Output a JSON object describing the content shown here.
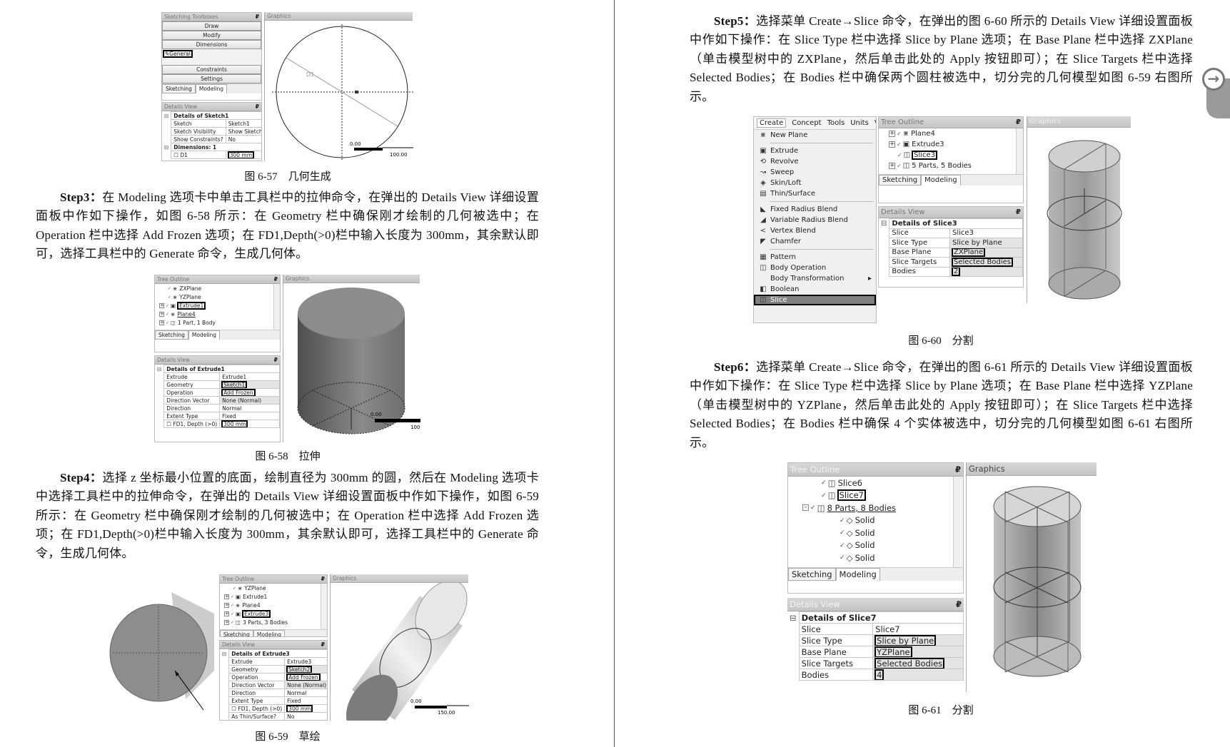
{
  "left_page": {
    "fig_6_57": {
      "caption": "图 6-57　几何生成",
      "toolbox": {
        "title": "Sketching Toolboxes",
        "sections": [
          "Draw",
          "Modify",
          "Dimensions"
        ],
        "tool": "General",
        "sections_after": [
          "Constraints",
          "Settings"
        ]
      },
      "tabs": [
        "Sketching",
        "Modeling"
      ],
      "details": {
        "title": "Details View",
        "groups": [
          {
            "header": "Details of Sketch1",
            "rows": [
              {
                "k": "Sketch",
                "v": "Sketch1"
              },
              {
                "k": "Sketch Visibility",
                "v": "Show Sketch"
              },
              {
                "k": "Show Constraints?",
                "v": "No"
              }
            ]
          },
          {
            "header": "Dimensions: 1",
            "rows": [
              {
                "k": "D1",
                "v": "300 mm",
                "boxed": true,
                "checkbox": true
              }
            ]
          }
        ]
      },
      "graphics": {
        "title": "Graphics",
        "dim_label": "D1",
        "scale_min": "0.00",
        "scale_max": "100.00"
      }
    },
    "step3": {
      "label": "Step3：",
      "text": "在 Modeling 选项卡中单击工具栏中的拉伸命令，在弹出的 Details View 详细设置面板中作如下操作，如图 6-58 所示：在 Geometry 栏中确保刚才绘制的几何被选中；在 Operation 栏中选择 Add Frozen 选项；在 FD1,Depth(>0)栏中输入长度为 300mm，其余默认即可，选择工具栏中的 Generate 命令，生成几何体。"
    },
    "fig_6_58": {
      "caption": "图 6-58　拉伸",
      "tree": {
        "title": "Tree Outline",
        "items": [
          {
            "label": "ZXPlane",
            "icon": "plane",
            "exp": "",
            "depth": 1
          },
          {
            "label": "YZPlane",
            "icon": "plane",
            "exp": "",
            "depth": 1
          },
          {
            "label": "Extrude1",
            "icon": "extrude",
            "exp": "+",
            "depth": 0,
            "boxed": true
          },
          {
            "label": "Plane4",
            "icon": "plane",
            "exp": "+",
            "depth": 0,
            "underline": true
          },
          {
            "label": "1 Part, 1 Body",
            "icon": "part",
            "exp": "+",
            "depth": 0
          }
        ]
      },
      "tabs": [
        "Sketching",
        "Modeling"
      ],
      "details": {
        "title": "Details View",
        "groups": [
          {
            "header": "Details of Extrude1",
            "rows": [
              {
                "k": "Extrude",
                "v": "Extrude1"
              },
              {
                "k": "Geometry",
                "v": "Sketch1",
                "boxed": true,
                "shade": true
              },
              {
                "k": "Operation",
                "v": "Add Frozen",
                "boxed": true
              },
              {
                "k": "Direction Vector",
                "v": "None (Normal)",
                "shade": true
              },
              {
                "k": "Direction",
                "v": "Normal"
              },
              {
                "k": "Extent Type",
                "v": "Fixed"
              },
              {
                "k": "FD1, Depth (>0)",
                "v": "300 mm",
                "boxed": true,
                "checkbox": true
              }
            ]
          }
        ]
      },
      "graphics": {
        "title": "Graphics",
        "scale_min": "0.00",
        "scale_max": "100"
      }
    },
    "step4": {
      "label": "Step4：",
      "text": "选择 z 坐标最小位置的底面，绘制直径为 300mm 的圆，然后在 Modeling 选项卡中选择工具栏中的拉伸命令，在弹出的 Details View 详细设置面板中作如下操作，如图 6-59 所示：在 Geometry 栏中确保刚才绘制的几何被选中；在 Operation 栏中选择 Add Frozen 选项；在 FD1,Depth(>0)栏中输入长度为 300mm，其余默认即可，选择工具栏中的 Generate 命令，生成几何体。"
    },
    "fig_6_59": {
      "caption": "图 6-59　草绘",
      "tree": {
        "title": "Tree Outline",
        "items": [
          {
            "label": "YZPlane",
            "icon": "plane",
            "exp": "",
            "depth": 1
          },
          {
            "label": "Extrude1",
            "icon": "extrude",
            "exp": "+",
            "depth": 0
          },
          {
            "label": "Plane4",
            "icon": "plane",
            "exp": "+",
            "depth": 0
          },
          {
            "label": "Extrude3",
            "icon": "extrude",
            "exp": "+",
            "depth": 0,
            "boxed": true,
            "underline": true
          },
          {
            "label": "3 Parts, 3 Bodies",
            "icon": "part",
            "exp": "+",
            "depth": 0
          }
        ]
      },
      "tabs": [
        "Sketching",
        "Modeling"
      ],
      "details": {
        "title": "Details View",
        "groups": [
          {
            "header": "Details of Extrude3",
            "rows": [
              {
                "k": "Extrude",
                "v": "Extrude3"
              },
              {
                "k": "Geometry",
                "v": "Sketch2",
                "boxed": true,
                "shade": true
              },
              {
                "k": "Operation",
                "v": "Add Frozen",
                "boxed": true
              },
              {
                "k": "Direction Vector",
                "v": "None (Normal)",
                "shade": true
              },
              {
                "k": "Direction",
                "v": "Normal"
              },
              {
                "k": "Extent Type",
                "v": "Fixed"
              },
              {
                "k": "FD1, Depth (>0)",
                "v": "300 mm",
                "boxed": true,
                "checkbox": true
              },
              {
                "k": "As Thin/Surface?",
                "v": "No"
              }
            ]
          }
        ]
      },
      "graphics": {
        "title": "Graphics",
        "scale_min": "0.00",
        "scale_max": "150.00"
      }
    }
  },
  "right_page": {
    "step5": {
      "label": "Step5：",
      "text": "选择菜单 Create→Slice 命令，在弹出的图 6-60 所示的 Details View 详细设置面板中作如下操作：在 Slice Type 栏中选择 Slice by Plane 选项；在 Base Plane 栏中选择 ZXPlane（单击模型树中的 ZXPlane，然后单击此处的 Apply 按钮即可）；在 Slice Targets 栏中选择 Selected Bodies；在 Bodies 栏中确保两个圆柱被选中，切分完的几何模型如图 6-59 右图所示。"
    },
    "fig_6_60": {
      "caption": "图 6-60　分割",
      "menu": {
        "bar": [
          "Create",
          "Concept",
          "Tools",
          "Units",
          "Vi"
        ],
        "items": [
          {
            "label": "New Plane",
            "icon": "plane-icon",
            "glyph": "⋇"
          },
          {
            "sep": true
          },
          {
            "label": "Extrude",
            "icon": "extrude-icon",
            "glyph": "▣"
          },
          {
            "label": "Revolve",
            "icon": "revolve-icon",
            "glyph": "⟲"
          },
          {
            "label": "Sweep",
            "icon": "sweep-icon",
            "glyph": "↝"
          },
          {
            "label": "Skin/Loft",
            "icon": "skin-loft-icon",
            "glyph": "◈"
          },
          {
            "label": "Thin/Surface",
            "icon": "thin-surface-icon",
            "glyph": "▤"
          },
          {
            "sep": true
          },
          {
            "label": "Fixed Radius Blend",
            "icon": "fixed-blend-icon",
            "glyph": "◣"
          },
          {
            "label": "Variable Radius Blend",
            "icon": "variable-blend-icon",
            "glyph": "◢"
          },
          {
            "label": "Vertex Blend",
            "icon": "vertex-blend-icon",
            "glyph": "<"
          },
          {
            "label": "Chamfer",
            "icon": "chamfer-icon",
            "glyph": "◤"
          },
          {
            "sep": true
          },
          {
            "label": "Pattern",
            "icon": "pattern-icon",
            "glyph": "▦"
          },
          {
            "label": "Body Operation",
            "icon": "body-operation-icon",
            "glyph": "◫"
          },
          {
            "label": "Body Transformation",
            "icon": "",
            "glyph": "",
            "submenu": true
          },
          {
            "label": "Boolean",
            "icon": "boolean-icon",
            "glyph": "◧"
          },
          {
            "label": "Slice",
            "icon": "slice-icon",
            "glyph": "◫",
            "highlighted": true
          }
        ]
      },
      "tree": {
        "title": "Tree Outline",
        "items": [
          {
            "label": "Plane4",
            "icon": "plane",
            "exp": "+",
            "depth": 0
          },
          {
            "label": "Extrude3",
            "icon": "extrude",
            "exp": "+",
            "depth": 0
          },
          {
            "label": "Slice3",
            "icon": "slice",
            "exp": "",
            "depth": 1,
            "boxed": true
          },
          {
            "label": "5 Parts, 5 Bodies",
            "icon": "part",
            "exp": "+",
            "depth": 0
          }
        ]
      },
      "tabs": [
        "Sketching",
        "Modeling"
      ],
      "details": {
        "title": "Details View",
        "groups": [
          {
            "header": "Details of Slice3",
            "rows": [
              {
                "k": "Slice",
                "v": "Slice3"
              },
              {
                "k": "Slice Type",
                "v": "Slice by Plane",
                "shade": true
              },
              {
                "k": "Base Plane",
                "v": "ZXPlane",
                "boxed": true,
                "shade": true
              },
              {
                "k": "Slice Targets",
                "v": "Selected Bodies",
                "boxed": true,
                "shade": true
              },
              {
                "k": "Bodies",
                "v": "2",
                "boxed": true,
                "shade": true
              }
            ]
          }
        ]
      },
      "graphics": {
        "title": "Graphics"
      }
    },
    "step6": {
      "label": "Step6：",
      "text": "选择菜单 Create→Slice 命令，在弹出的图 6-61 所示的 Details View 详细设置面板中作如下操作：在 Slice Type 栏中选择 Slice by Plane 选项；在 Base Plane 栏中选择 YZPlane（单击模型树中的 YZPlane，然后单击此处的 Apply 按钮即可）；在 Slice Targets 栏中选择 Selected Bodies；在 Bodies 栏中确保 4 个实体被选中，切分完的几何模型如图 6-61 右图所示。"
    },
    "fig_6_61": {
      "caption": "图 6-61　分割",
      "tree": {
        "title": "Tree Outline",
        "items": [
          {
            "label": "Slice6",
            "icon": "slice",
            "exp": "",
            "depth": 1
          },
          {
            "label": "Slice7",
            "icon": "slice",
            "exp": "",
            "depth": 1,
            "boxed": true
          },
          {
            "label": "8 Parts, 8 Bodies",
            "icon": "part",
            "exp": "-",
            "depth": 0,
            "underline": true
          },
          {
            "label": "Solid",
            "icon": "solid",
            "exp": "",
            "depth": 2
          },
          {
            "label": "Solid",
            "icon": "solid",
            "exp": "",
            "depth": 2
          },
          {
            "label": "Solid",
            "icon": "solid",
            "exp": "",
            "depth": 2
          },
          {
            "label": "Solid",
            "icon": "solid",
            "exp": "",
            "depth": 2
          }
        ]
      },
      "tabs": [
        "Sketching",
        "Modeling"
      ],
      "details": {
        "title": "Details View",
        "groups": [
          {
            "header": "Details of Slice7",
            "rows": [
              {
                "k": "Slice",
                "v": "Slice7"
              },
              {
                "k": "Slice Type",
                "v": "Slice by Plane",
                "boxed": true,
                "shade": true
              },
              {
                "k": "Base Plane",
                "v": "YZPlane",
                "boxed": true,
                "shade": true
              },
              {
                "k": "Slice Targets",
                "v": "Selected Bodies",
                "boxed": true,
                "shade": true
              },
              {
                "k": "Bodies",
                "v": "4",
                "boxed": true,
                "shade": true
              }
            ]
          }
        ]
      },
      "graphics": {
        "title": "Graphics"
      }
    }
  },
  "icons": {
    "next_page": "arrow-right-circle-icon"
  }
}
